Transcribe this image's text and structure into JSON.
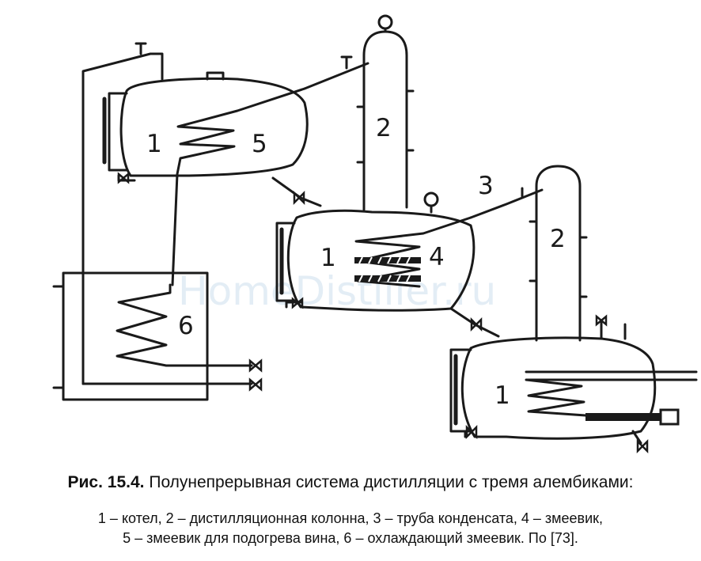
{
  "watermark": "HomeDistiller.ru",
  "labels": {
    "boiler_left": "1",
    "coil_preheat": "5",
    "column_top": "2",
    "condensate_pipe": "3",
    "boiler_middle": "1",
    "coil_middle": "4",
    "column_right": "2",
    "boiler_right": "1",
    "cooling_coil": "6"
  },
  "caption": {
    "fig_number": "Рис. 15.4.",
    "title": "Полунепрерывная система дистилляции с тремя алембиками:",
    "line1": "1 – котел, 2 – дистилляционная колонна, 3 – труба конденсата, 4 – змеевик,",
    "line2": "5 – змеевик для подогрева вина, 6 – охлаждающий змеевик. По [73]."
  }
}
